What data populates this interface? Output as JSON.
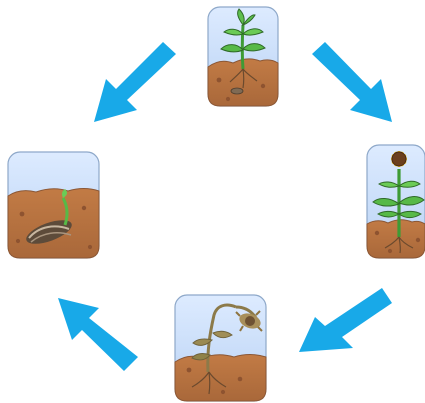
{
  "diagram": {
    "kind": "cycle",
    "stages": [
      {
        "id": "seedling",
        "icon": "seedling-icon"
      },
      {
        "id": "sunflower-bloom",
        "icon": "sunflower-icon"
      },
      {
        "id": "wilted-sunflower",
        "icon": "wilted-sunflower-icon"
      },
      {
        "id": "germinating-seed",
        "icon": "germinating-seed-icon"
      }
    ],
    "arrow_direction": "clockwise"
  },
  "colors": {
    "arrow": "#18A9E8",
    "sky_top": "#DDEBFF",
    "sky_bottom": "#B9D2F4",
    "soil": "#B06F3D",
    "soil_dark": "#7A4423",
    "stem": "#3E9B35",
    "leaf": "#57B947",
    "petal": "#F2C01A",
    "center": "#6B3F1D",
    "seed_dark": "#5D4B3A",
    "seed_light": "#C8B7A1",
    "wilt": "#8C7A49"
  }
}
